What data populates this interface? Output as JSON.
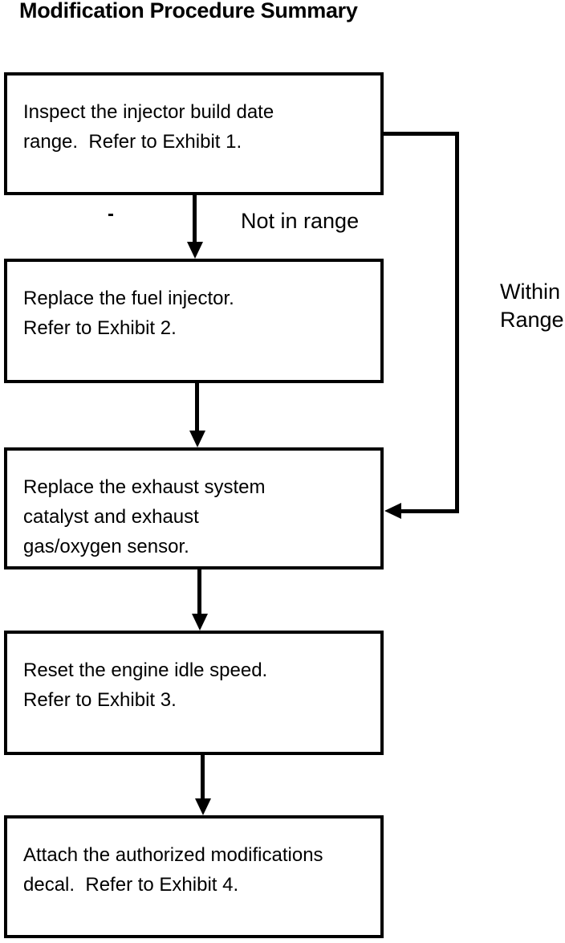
{
  "title": "Modification Procedure Summary",
  "diagram": {
    "type": "flowchart",
    "steps": [
      {
        "id": "step-1",
        "text": "Inspect the injector build date\nrange.  Refer to Exhibit 1."
      },
      {
        "id": "step-2",
        "text": "Replace the fuel injector.\nRefer to Exhibit 2."
      },
      {
        "id": "step-3",
        "text": "Replace the exhaust system\ncatalyst and exhaust\ngas/oxygen sensor."
      },
      {
        "id": "step-4",
        "text": "Reset the engine idle speed.\nRefer to Exhibit 3."
      },
      {
        "id": "step-5",
        "text": "Attach the authorized modifications\ndecal.  Refer to Exhibit 4."
      }
    ],
    "edges": [
      {
        "from": "step-1",
        "to": "step-2",
        "label": "Not in range"
      },
      {
        "from": "step-1",
        "to": "step-3",
        "label": "Within\nRange"
      },
      {
        "from": "step-2",
        "to": "step-3",
        "label": ""
      },
      {
        "from": "step-3",
        "to": "step-4",
        "label": ""
      },
      {
        "from": "step-4",
        "to": "step-5",
        "label": ""
      }
    ],
    "colors": {
      "line": "#000000",
      "text": "#000000",
      "background": "#ffffff"
    }
  }
}
